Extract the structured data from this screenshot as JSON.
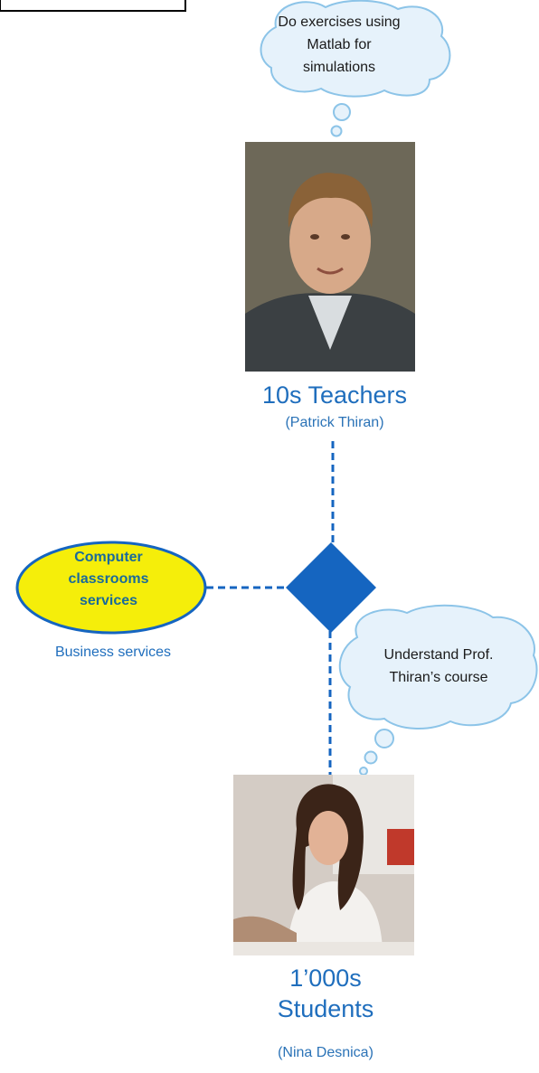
{
  "top_cloud": {
    "lines": [
      "Do exercises using",
      "Matlab for",
      "simulations"
    ]
  },
  "teacher": {
    "photo_alt": "Teacher portrait",
    "title": "10s Teachers",
    "subtitle": "(Patrick Thiran)"
  },
  "service": {
    "lines": [
      "Computer",
      "classrooms",
      "services"
    ],
    "caption": "Business services"
  },
  "bottom_cloud": {
    "lines": [
      "Understand Prof.",
      "Thiran’s course"
    ]
  },
  "student": {
    "photo_alt": "Student photo",
    "title_line1": "1’000s",
    "title_line2": "Students",
    "subtitle": "(Nina Desnica)"
  },
  "colors": {
    "accent": "#1f6ebd",
    "diamond": "#1565c0",
    "cloud_fill": "#e6f2fb",
    "cloud_stroke": "#8cc4e8",
    "ellipse_fill": "#f5ee0a",
    "ellipse_stroke": "#1565c0"
  }
}
